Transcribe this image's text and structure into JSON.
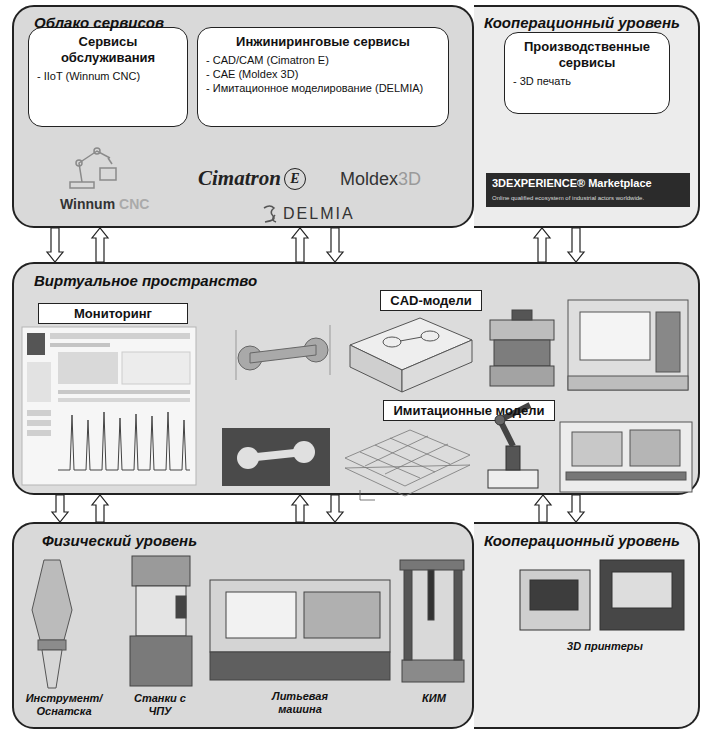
{
  "diagram": {
    "nodes": [
      {
        "text": [
          "Облако сервисов"
        ]
      },
      {
        "text": [
          "Сервисы обслуживания",
          "- IIoT (Winnum CNC)"
        ],
        "in": 0
      },
      {
        "text": [
          "Инжиниринговые сервисы",
          "- CAD/CAM (Cimatron E)",
          "- CAE (Moldex 3D)",
          "- Имитационное моделирование (DELMIA)"
        ],
        "in": 0
      },
      {
        "text": [
          "Кооперационный уровень"
        ]
      },
      {
        "text": [
          "Производственные сервисы",
          "- 3D печать"
        ],
        "in": 3
      },
      {
        "text": [
          "Виртуальное пространство"
        ]
      },
      {
        "text": [
          "Мониторинг"
        ],
        "in": 5
      },
      {
        "text": [
          "CAD-модели"
        ],
        "in": 5
      },
      {
        "text": [
          "Имитационные модели"
        ],
        "in": 5
      },
      {
        "text": [
          "Физический уровень"
        ]
      },
      {
        "text": [
          "Кооперационный уровень"
        ]
      }
    ],
    "edges": [
      {
        "from": 0,
        "to": 5,
        "arrow": "to"
      },
      {
        "from": 5,
        "to": 0,
        "arrow": "to"
      },
      {
        "from": 5,
        "to": 0,
        "arrow": "to"
      },
      {
        "from": 0,
        "to": 5,
        "arrow": "to"
      },
      {
        "from": 5,
        "to": 3,
        "arrow": "to"
      },
      {
        "from": 3,
        "to": 5,
        "arrow": "to"
      },
      {
        "from": 5,
        "to": 9,
        "arrow": "to"
      },
      {
        "from": 9,
        "to": 5,
        "arrow": "to"
      },
      {
        "from": 9,
        "to": 5,
        "arrow": "to"
      },
      {
        "from": 5,
        "to": 9,
        "arrow": "to"
      },
      {
        "from": 10,
        "to": 5,
        "arrow": "to"
      },
      {
        "from": 5,
        "to": 10,
        "arrow": "to"
      }
    ],
    "labels": [
      "Winnum",
      "CNC",
      "Cimatron",
      "E",
      "Moldex",
      "3D",
      "DELMIA",
      "3DEXPERIENCE® Marketplace",
      "Online qualified ecosystem of industrial actors worldwide.",
      "Инструмент/ Оснатска",
      "Станки с ЧПУ",
      "Литьевая машина",
      "КИМ",
      "3D принтеры"
    ]
  }
}
